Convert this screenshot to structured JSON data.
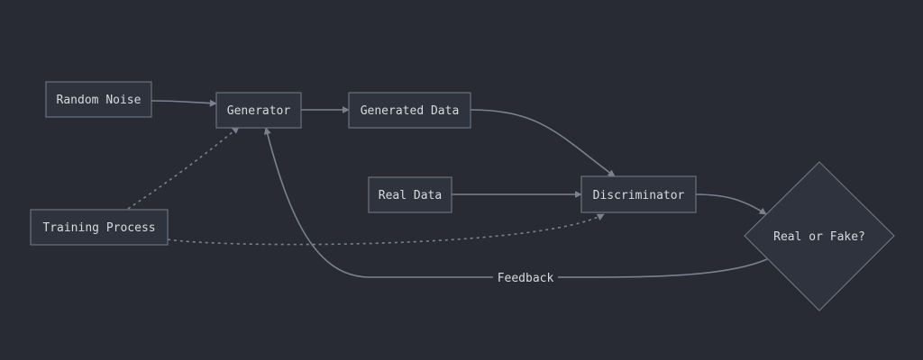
{
  "diagram": {
    "nodes": {
      "random_noise": "Random Noise",
      "generator": "Generator",
      "generated_data": "Generated Data",
      "real_data": "Real Data",
      "discriminator": "Discriminator",
      "training_process": "Training Process",
      "real_or_fake": "Real or Fake?"
    },
    "edge_labels": {
      "feedback": "Feedback"
    }
  },
  "colors": {
    "background": "#282b33",
    "node_fill": "#2f333d",
    "node_stroke": "#6b717f",
    "edge": "#7c8190",
    "text": "#d7dae0"
  }
}
